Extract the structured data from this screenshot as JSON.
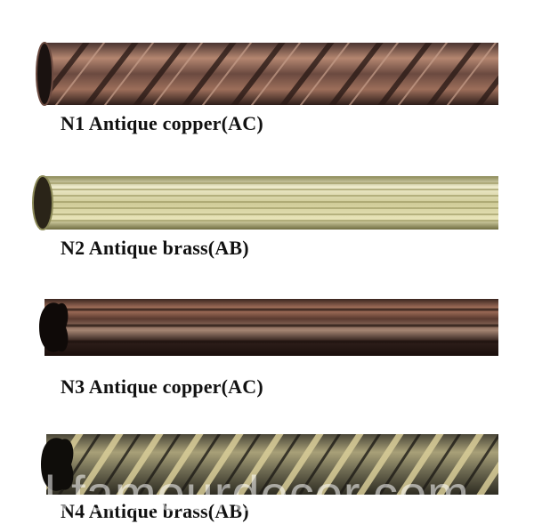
{
  "products": [
    {
      "label": "N1  Antique copper(AC)",
      "finish": "Antique copper",
      "code": "AC",
      "pattern": "twisted"
    },
    {
      "label": "N2  Antique brass(AB)",
      "finish": "Antique brass",
      "code": "AB",
      "pattern": "reeded"
    },
    {
      "label": "N3  Antique copper(AC)",
      "finish": "Antique copper",
      "code": "AC",
      "pattern": "fluted"
    },
    {
      "label": "N4  Antique brass(AB)",
      "finish": "Antique brass",
      "code": "AB",
      "pattern": "spiral-rope"
    }
  ],
  "watermark": "ol.famourdecor.com",
  "colors": {
    "copper_dark": "#3a2620",
    "copper_light": "#b48670",
    "brass_light": "#e8e4b8",
    "brass_dark": "#8c8a58",
    "background": "#ffffff"
  }
}
